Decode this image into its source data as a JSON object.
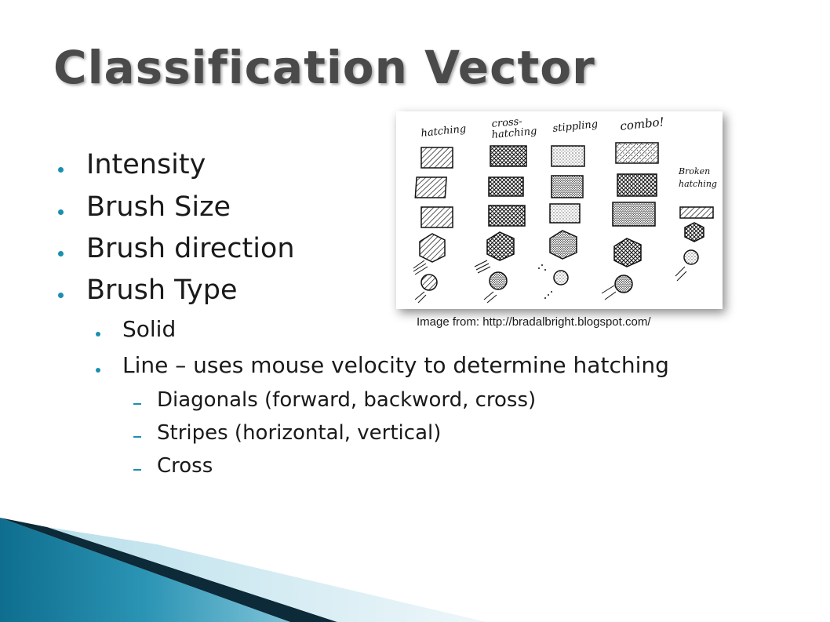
{
  "slide": {
    "title": "Classification Vector",
    "bullets": [
      {
        "text": "Intensity"
      },
      {
        "text": "Brush Size"
      },
      {
        "text": "Brush direction"
      },
      {
        "text": "Brush Type"
      }
    ],
    "sub_bullets": [
      {
        "text": "Solid"
      },
      {
        "text": "Line – uses mouse velocity to determine hatching"
      }
    ],
    "sub_sub_bullets": [
      {
        "text": "Diagonals (forward, backword, cross)"
      },
      {
        "text": "Stripes (horizontal, vertical)"
      },
      {
        "text": "Cross"
      }
    ],
    "image": {
      "caption": "Image from: http://bradalbright.blogspot.com/",
      "column_labels": [
        "hatching",
        "cross-",
        "hatching",
        "stippling",
        "combo!"
      ],
      "side_label": [
        "Broken",
        "hatching"
      ]
    }
  },
  "colors": {
    "title": "#4a4a4a",
    "bullet": "#1a8fb0",
    "accent_dark": "#0b4a6a",
    "accent_light": "#d6ecf3"
  }
}
